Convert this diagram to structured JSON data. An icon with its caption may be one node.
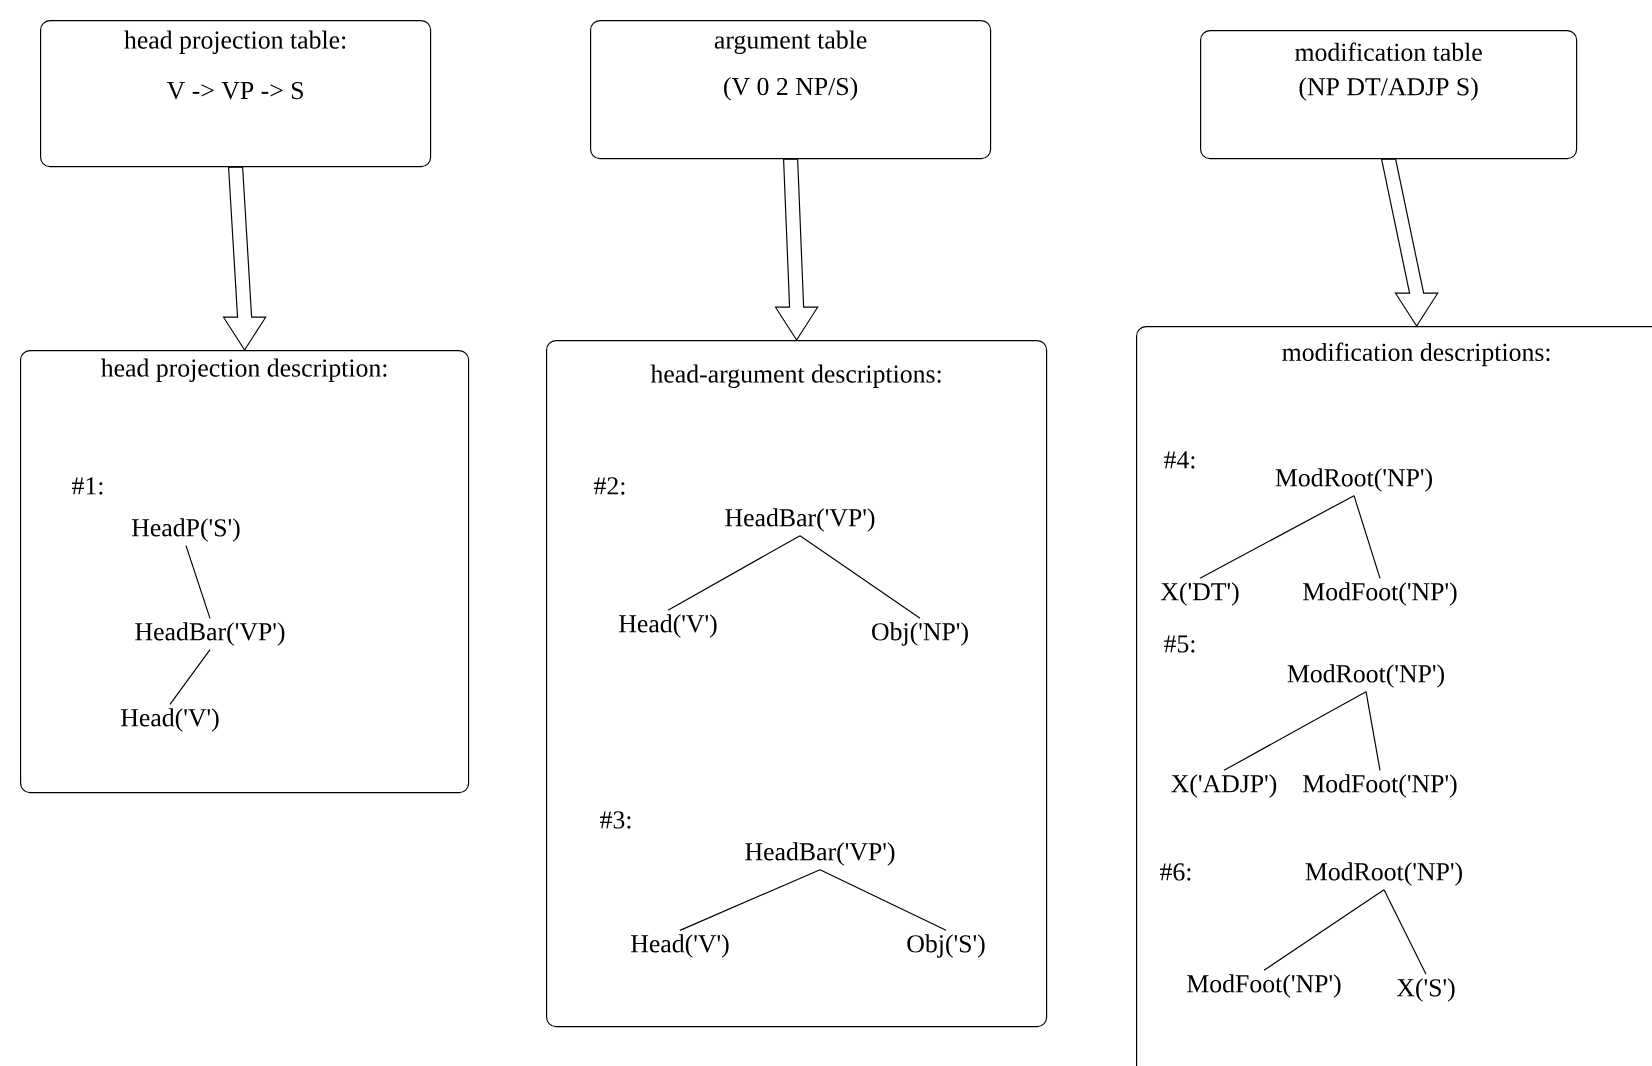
{
  "diagram": {
    "nodes": [
      {
        "text": [
          "head projection table:",
          "V -> VP -> S"
        ]
      },
      {
        "text": [
          "argument table",
          "(V 0 2 NP/S)"
        ]
      },
      {
        "text": [
          "modification table",
          "(NP DT/ADJP S)"
        ]
      },
      {
        "text": [
          "head projection description:"
        ]
      },
      {
        "text": [
          "head-argument descriptions:"
        ]
      },
      {
        "text": [
          "modification descriptions:"
        ]
      },
      {
        "text": [
          "HeadP('S')"
        ],
        "in": 3
      },
      {
        "text": [
          "HeadBar('VP')"
        ],
        "in": 3
      },
      {
        "text": [
          "Head('V')"
        ],
        "in": 3
      },
      {
        "text": [
          "HeadBar('VP')"
        ],
        "in": 4
      },
      {
        "text": [
          "Head('V')"
        ],
        "in": 4
      },
      {
        "text": [
          "Obj('NP')"
        ],
        "in": 4
      },
      {
        "text": [
          "HeadBar('VP')"
        ],
        "in": 4
      },
      {
        "text": [
          "Head('V')"
        ],
        "in": 4
      },
      {
        "text": [
          "Obj('S')"
        ],
        "in": 4
      },
      {
        "text": [
          "ModRoot('NP')"
        ],
        "in": 5
      },
      {
        "text": [
          "X('DT')"
        ],
        "in": 5
      },
      {
        "text": [
          "ModFoot('NP')"
        ],
        "in": 5
      },
      {
        "text": [
          "ModRoot('NP')"
        ],
        "in": 5
      },
      {
        "text": [
          "X('ADJP')"
        ],
        "in": 5
      },
      {
        "text": [
          "ModFoot('NP')"
        ],
        "in": 5
      },
      {
        "text": [
          "ModRoot('NP')"
        ],
        "in": 5
      },
      {
        "text": [
          "ModFoot('NP')"
        ],
        "in": 5
      },
      {
        "text": [
          "X('S')"
        ],
        "in": 5
      }
    ],
    "edges": [
      {
        "from": 0,
        "to": 3,
        "arrow": "to",
        "style": "thick"
      },
      {
        "from": 1,
        "to": 4,
        "arrow": "to",
        "style": "thick"
      },
      {
        "from": 2,
        "to": 5,
        "arrow": "to",
        "style": "thick"
      },
      {
        "from": 6,
        "to": 7,
        "arrow": "none"
      },
      {
        "from": 7,
        "to": 8,
        "arrow": "none"
      },
      {
        "from": 9,
        "to": 10,
        "arrow": "none"
      },
      {
        "from": 9,
        "to": 11,
        "arrow": "none"
      },
      {
        "from": 12,
        "to": 13,
        "arrow": "none"
      },
      {
        "from": 12,
        "to": 14,
        "arrow": "none"
      },
      {
        "from": 15,
        "to": 16,
        "arrow": "none"
      },
      {
        "from": 15,
        "to": 17,
        "arrow": "none"
      },
      {
        "from": 18,
        "to": 19,
        "arrow": "none"
      },
      {
        "from": 18,
        "to": 20,
        "arrow": "none"
      },
      {
        "from": 21,
        "to": 22,
        "arrow": "none"
      },
      {
        "from": 21,
        "to": 23,
        "arrow": "none"
      }
    ],
    "labels": [
      "#1:",
      "#2:",
      "#3:",
      "#4:",
      "#5:",
      "#6:"
    ]
  }
}
